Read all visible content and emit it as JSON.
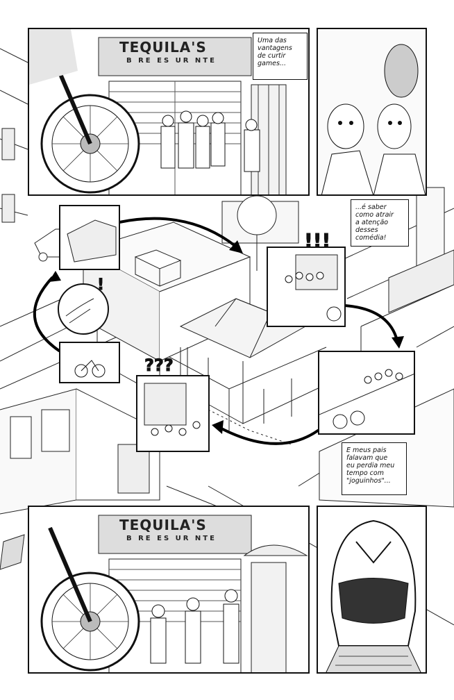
{
  "captions": {
    "top": [
      "Uma das",
      "vantagens",
      "de curtir",
      "games..."
    ],
    "middle": [
      "...é saber",
      "como atrair",
      "a atenção",
      "desses",
      "comédia!"
    ],
    "bottom": [
      "E meus pais",
      "falavam que",
      "eu perdia meu",
      "tempo com",
      "\"joguinhos\"..."
    ]
  },
  "sign": {
    "name": "TEQUILA'S",
    "subtitle": "B RE ES UR NTE"
  },
  "marks": {
    "alert": "!!!",
    "single_alert": "!",
    "confused": "???"
  }
}
